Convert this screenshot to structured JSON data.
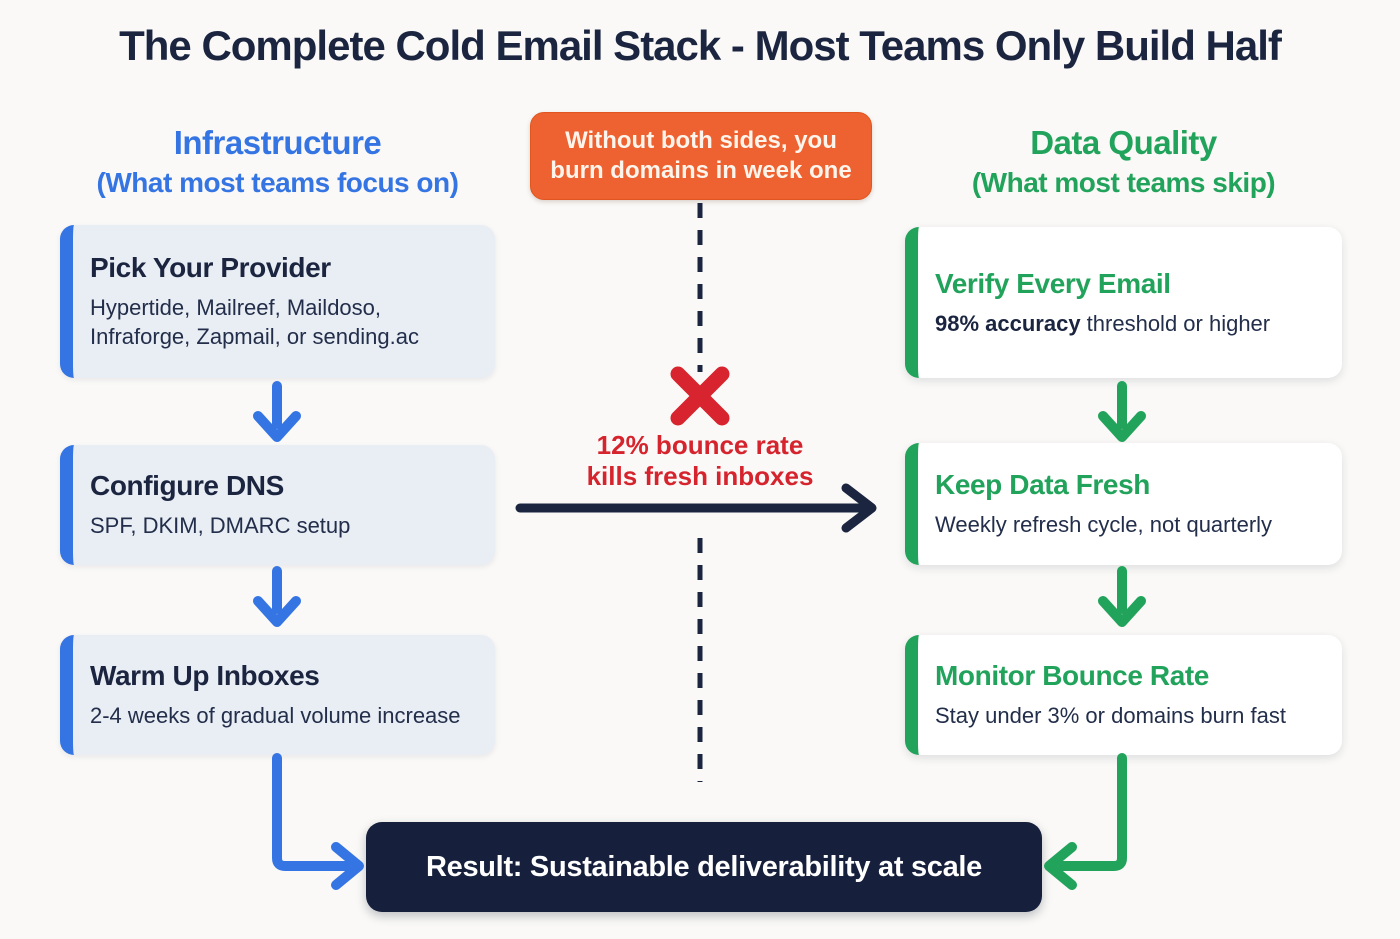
{
  "title": "The Complete Cold Email Stack - Most Teams Only Build Half",
  "left_column": {
    "heading": "Infrastructure",
    "subheading": "(What most teams focus on)",
    "steps": [
      {
        "title": "Pick Your Provider",
        "description": "Hypertide, Mailreef, Maildoso, Infraforge, Zapmail, or sending.ac"
      },
      {
        "title": "Configure DNS",
        "description": "SPF, DKIM, DMARC setup"
      },
      {
        "title": "Warm Up Inboxes",
        "description": "2-4 weeks of gradual volume increase"
      }
    ]
  },
  "right_column": {
    "heading": "Data Quality",
    "subheading": "(What most teams skip)",
    "steps": [
      {
        "title": "Verify Every Email",
        "description_bold": "98% accuracy",
        "description_rest": " threshold or higher"
      },
      {
        "title": "Keep Data Fresh",
        "description": "Weekly refresh cycle, not quarterly"
      },
      {
        "title": "Monitor Bounce Rate",
        "description": "Stay under 3% or domains burn fast"
      }
    ]
  },
  "center": {
    "warning_line1": "Without both sides, you",
    "warning_line2": "burn domains in week one",
    "risk_line1": "12% bounce rate",
    "risk_line2": "kills fresh inboxes"
  },
  "result": {
    "label": "Result: Sustainable deliverability at scale"
  },
  "colors": {
    "background": "#faf9f7",
    "navy": "#1b2540",
    "blue": "#3575e3",
    "green": "#22a35b",
    "orange": "#ee6130",
    "red": "#d7242e",
    "left_card_bg": "#e9edf4",
    "right_card_bg": "#ffffff",
    "result_bg": "#16203c"
  }
}
